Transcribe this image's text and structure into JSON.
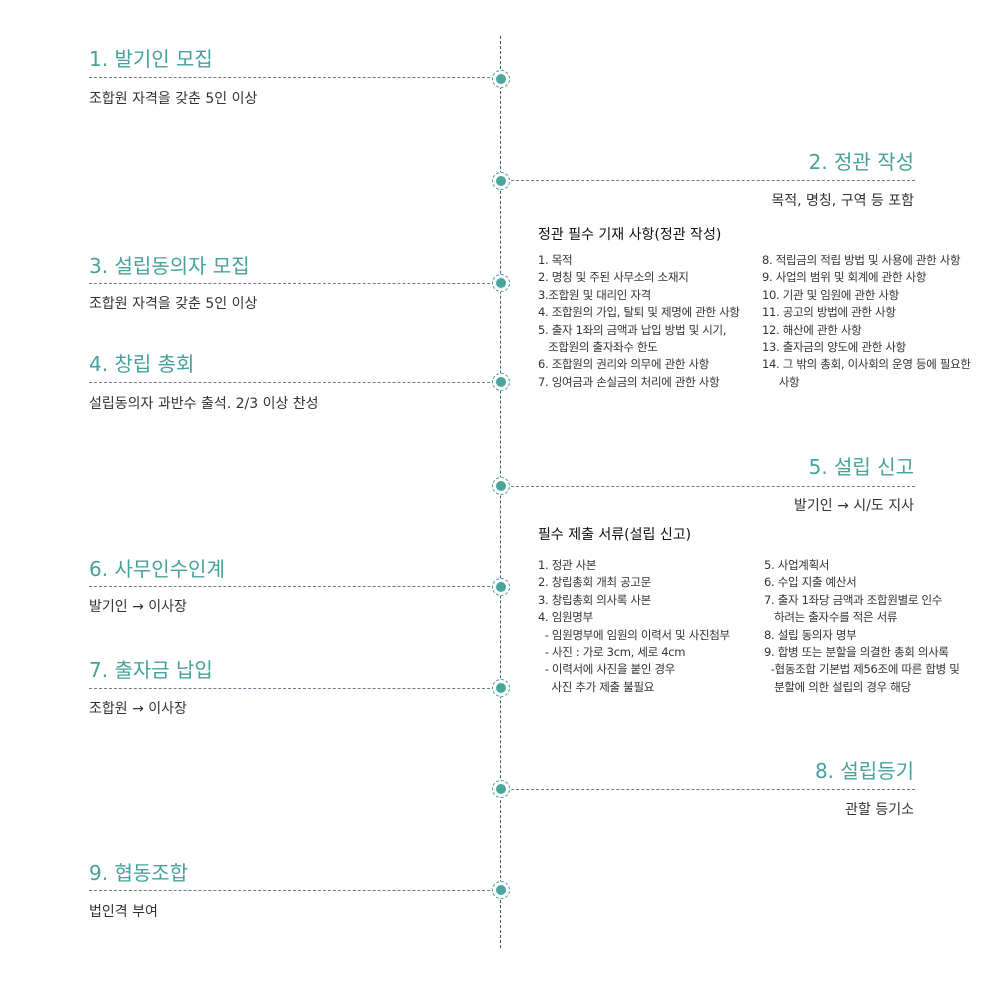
{
  "steps": [
    {
      "title": "1. 발기인 모집",
      "desc": "조합원 자격을 갖춘 5인 이상"
    },
    {
      "title": "2. 정관 작성",
      "desc": "목적, 명칭, 구역 등 포함"
    },
    {
      "title": "3. 설립동의자 모집",
      "desc": "조합원 자격을 갖춘 5인 이상"
    },
    {
      "title": "4. 창립 총회",
      "desc": "설립동의자 과반수 출석. 2/3 이상 찬성"
    },
    {
      "title": "5. 설립 신고",
      "desc": "발기인 → 시/도 지사"
    },
    {
      "title": "6. 사무인수인계",
      "desc": "발기인 → 이사장"
    },
    {
      "title": "7. 출자금 납입",
      "desc": "조합원 → 이사장"
    },
    {
      "title": "8. 설립등기",
      "desc": "관할 등기소"
    },
    {
      "title": "9. 협동조합",
      "desc": "법인격 부여"
    }
  ],
  "charter_box": {
    "title": "정관 필수 기재 사항(정관 작성)",
    "left": [
      "1. 목적",
      "2. 명칭 및 주된 사무소의 소재지",
      "3.조합원 및 대리인 자격",
      "4. 조합원의 가입, 탈퇴 및 제명에 관한 사항",
      "5. 출자 1좌의 금액과 납입 방법 및 시기,",
      "   조합원의 출자좌수 한도",
      "6. 조합원의 권리와 의무에 관한 사항",
      "7. 잉여금과 손실금의 처리에 관한 사항"
    ],
    "right": [
      "8. 적립금의 적립 방법 및 사용에 관한 사항",
      "9. 사업의 범위 및 회계에 관한 사항",
      "10. 기관 및 임원에 관한 사항",
      "11. 공고의 방법에 관한 사항",
      "12. 해산에 관한 사항",
      "13. 출자금의 양도에 관한 사항",
      "14. 그 밖의 총회, 이사회의 운영 등에 필요한",
      "     사항"
    ]
  },
  "report_box": {
    "title": "필수 제출 서류(설립 신고)",
    "left": [
      "1. 정관 사본",
      "2. 창립총회 개최 공고문",
      "3. 창립총회 의사록 사본",
      "4. 임원명부",
      "  - 임원명부에 임원의 이력서 및 사진첨부",
      "  - 사진 : 가로 3cm, 세로 4cm",
      "  - 이력서에 사진을 붙인 경우",
      "    사진 추가 제출 불필요"
    ],
    "right": [
      "5. 사업계획서",
      "6. 수입 지출 예산서",
      "7. 출자 1좌당 금액과 조합원별로 인수",
      "   하려는 출자수를 적은 서류",
      "8. 설립 동의자 명부",
      "9. 합병 또는 분할을 의결한 총회 의사록",
      "  -협동조합 기본법 제56조에 따른 합병 및",
      "   분할에 의한 설립의 경우 해당"
    ]
  },
  "colors": {
    "accent": "#45a19a",
    "axis": "#2f5f8a"
  }
}
